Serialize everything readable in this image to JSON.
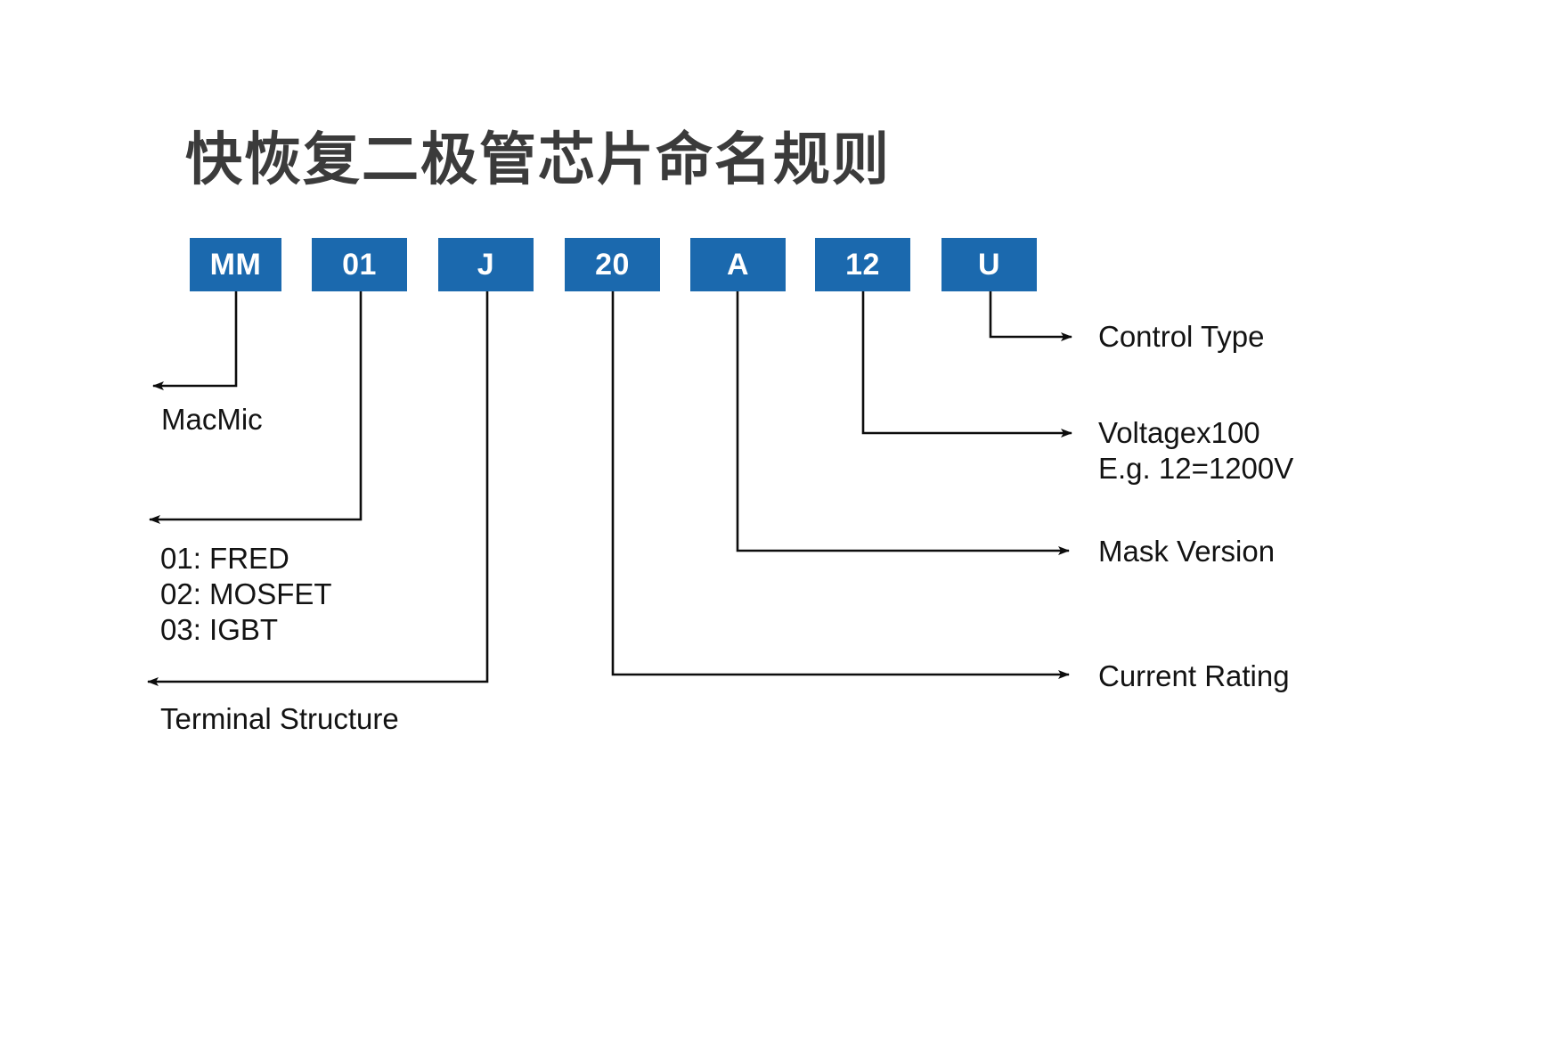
{
  "page": {
    "title": "快恢复二极管芯片命名规则",
    "background_color": "#ffffff",
    "accent_color": "#1b69ae",
    "text_color": "#131313"
  },
  "part_number": {
    "segments": [
      {
        "key": "brand",
        "value": "MM"
      },
      {
        "key": "product-family",
        "value": "01"
      },
      {
        "key": "terminal",
        "value": "J"
      },
      {
        "key": "current",
        "value": "20"
      },
      {
        "key": "mask",
        "value": "A"
      },
      {
        "key": "voltage",
        "value": "12"
      },
      {
        "key": "control",
        "value": "U"
      }
    ]
  },
  "callouts": {
    "brand": {
      "label": "MacMic"
    },
    "family": {
      "line1": "01: FRED",
      "line2": "02: MOSFET",
      "line3": "03: IGBT"
    },
    "terminal": {
      "label": "Terminal Structure"
    },
    "control": {
      "label": "Control Type"
    },
    "voltage": {
      "line1": "Voltagex100",
      "line2": "E.g. 12=1200V"
    },
    "mask": {
      "label": "Mask Version"
    },
    "current": {
      "label": "Current Rating"
    }
  }
}
